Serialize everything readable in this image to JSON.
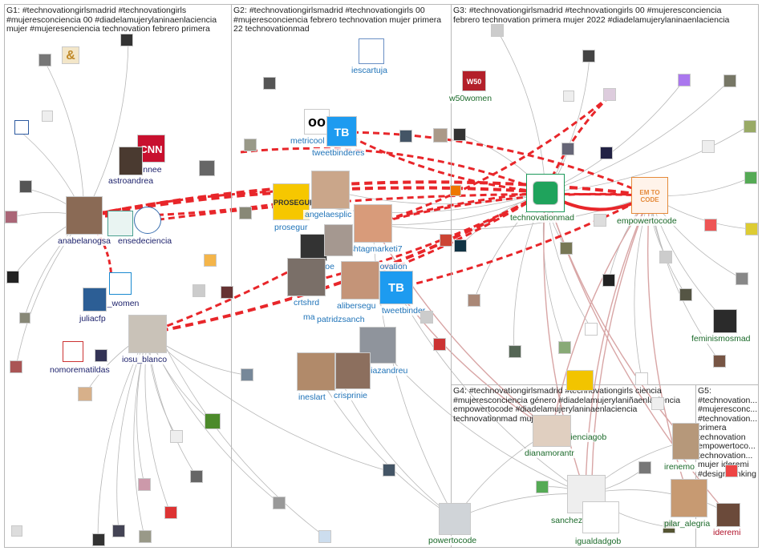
{
  "groups": [
    {
      "id": "G1",
      "text": "G1: #technovationgirlsmadrid #technovationgirls\n#mujeresconciencia 00 #diadelamujerylaninaenlaciencia\nmujer #mujeresenciencia technovation febrero primera"
    },
    {
      "id": "G2",
      "text": "G2: #technovationgirlsmadrid #technovationgirls 00\n#mujeresconciencia febrero technovation mujer primera\n22 technovationmad"
    },
    {
      "id": "G3",
      "text": "G3: #technovationgirlsmadrid #technovationgirls 00 #mujeresconciencia\nfebrero technovation primera mujer 2022 #diadelamujerylaninaenlaciencia"
    },
    {
      "id": "G4",
      "text": "G4: #technovationgirlsmadrid #technovationgirls ciencia\n#mujeresconciencia género #diadelamujerylaniñaenlaciencia\nempowertocode #diadelamujerylaninaenlaciencia\ntechnovationmad mujer"
    },
    {
      "id": "G5",
      "text": "G5: #technovation...\n#mujeresconc...\n#technovation...\nprimera\ntechnovation\nempowertoco...\ntechnovation...\nmujer ideremi\n#designthinking"
    }
  ],
  "labels": {
    "cnnee": "cnnee",
    "astroandrea": "astroandrea",
    "anabelanogsa": "anabelanogsa",
    "ensedeciencia": "ensedeciencia",
    "un_women": "un_women",
    "juliacfp": "juliacfp",
    "nomorematildas": "nomorematildas",
    "iosu_blanco": "iosu_blanco",
    "iescartuja": "iescartuja",
    "metricool": "metricool",
    "tweetbinderes": "tweetbinderes",
    "prosegur": "prosegur",
    "angelaesplic": "angelaesplic",
    "hashtagmarketi7": "hashtagmarketi7",
    "albertoe": "albertoe",
    "technovation": "technovation",
    "crtshrd": "crtshrd",
    "alibersegu": "alibersegu",
    "tweetbinder": "tweetbinder",
    "ma": "ma",
    "patridzsanch": "patridzsanch",
    "jdiazandreu": "jdiazandreu",
    "ineslart": "ineslart",
    "crisprinie": "crisprinie",
    "w50women": "w50women",
    "technovationmad": "technovationmad",
    "empowertocode": "empowertocode",
    "feminismosmad": "feminismosmad",
    "cienciagob": "cienciagob",
    "dianamorantr": "dianamorantr",
    "sanchezcastejon": "sanchezcastejon",
    "igualdadgob": "igualdadgob",
    "powertocode": "powertocode",
    "irenemo": "irenemo",
    "pilar_alegria": "pilar_alegria",
    "ideremi": "ideremi"
  },
  "node_texts": {
    "cnn": "CNN",
    "w50": "W50",
    "empower": "EM TO CODE",
    "prosegur_logo": "PROSEGUR",
    "tb": "TB",
    "dots": "oo",
    "amp": "&"
  },
  "colors": {
    "g1_label": "#1a1f6a",
    "g2_label": "#1f73b8",
    "g3_label": "#1b6a2a",
    "edge_red": "#e8262a",
    "edge_grey": "#b7b7b7",
    "edge_pink": "#d8a5a5",
    "box_border": "#b9b9b9"
  }
}
